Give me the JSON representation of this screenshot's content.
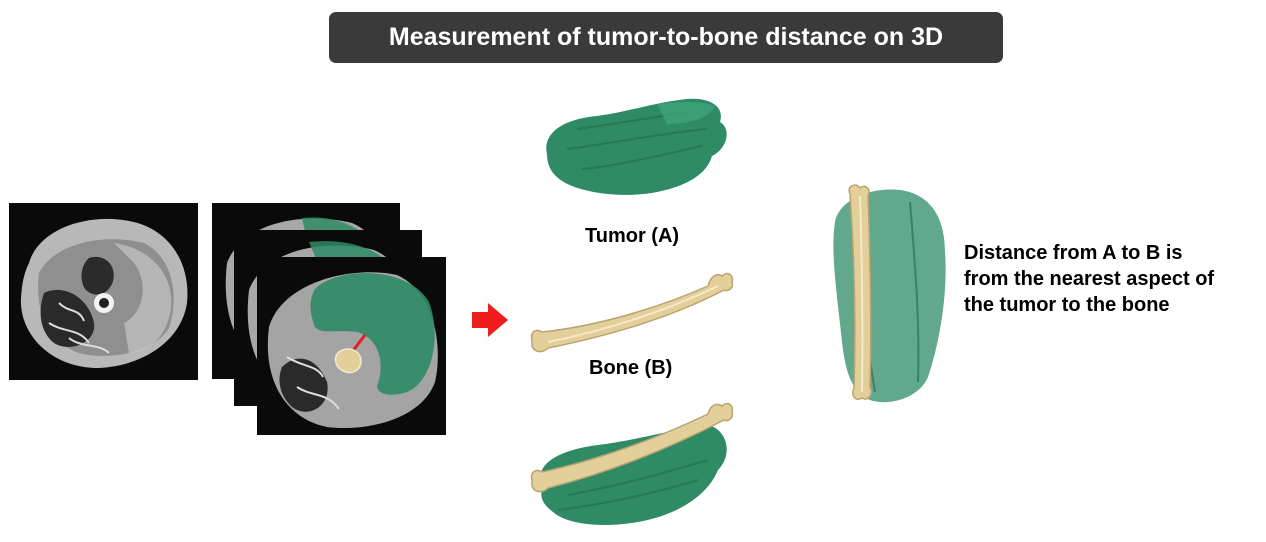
{
  "header": {
    "title": "Measurement of tumor-to-bone distance on 3D"
  },
  "labels": {
    "tumor": "Tumor (A)",
    "bone": "Bone (B)"
  },
  "description": {
    "lines": [
      "Distance from A to B is",
      "from the nearest aspect of",
      "the tumor to the bone"
    ]
  },
  "colors": {
    "tumor": "#2e8b66",
    "bone": "#e3cf9a",
    "arrow": "#ee1c1c",
    "title_bg": "#3a3a3a",
    "measure_line": "#e02020"
  },
  "icons": {
    "arrow": "right-arrow-icon"
  }
}
